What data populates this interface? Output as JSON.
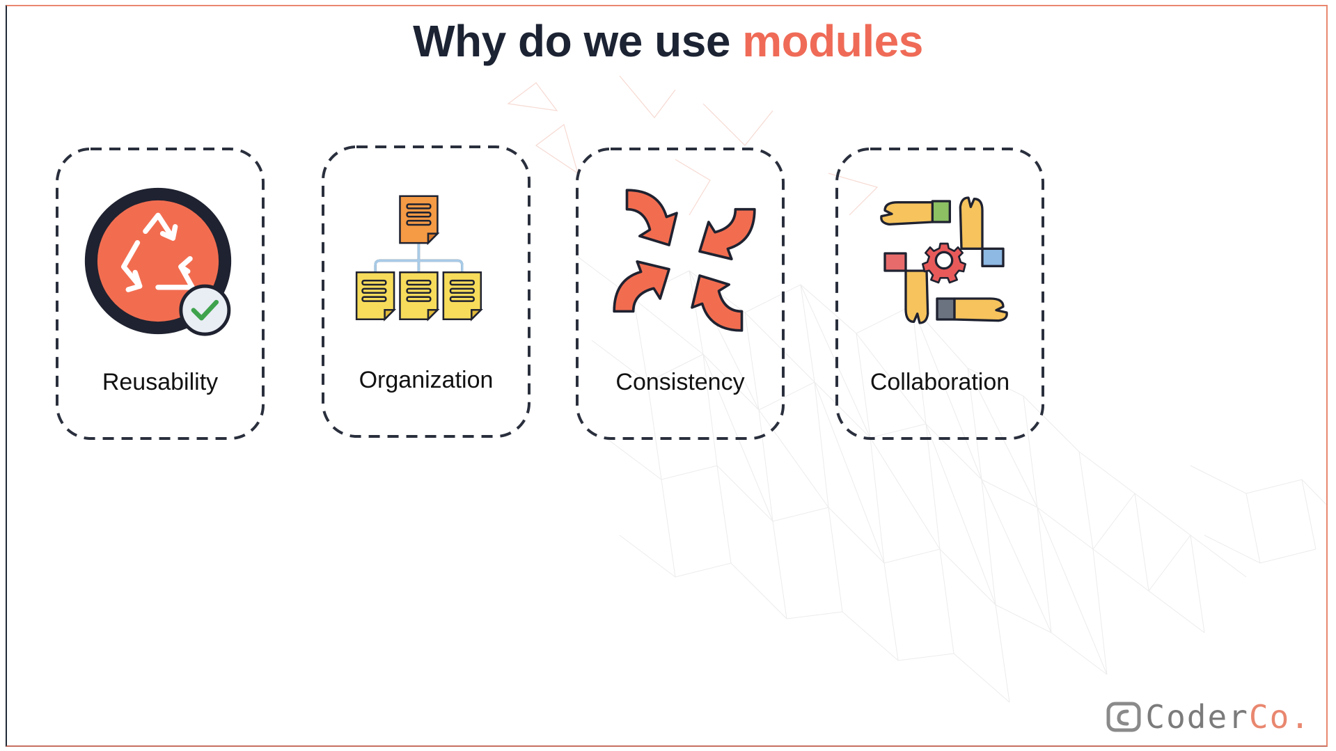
{
  "slide": {
    "title_main": "Why do we use",
    "title_accent": "modules"
  },
  "cards": [
    {
      "label": "Reusability",
      "icon": "recycle-check-icon"
    },
    {
      "label": "Organization",
      "icon": "folder-hierarchy-icon"
    },
    {
      "label": "Consistency",
      "icon": "converging-arrows-icon"
    },
    {
      "label": "Collaboration",
      "icon": "hands-gear-icon"
    }
  ],
  "logo": {
    "text_main": "Coder",
    "text_accent": "Co."
  },
  "colors": {
    "accent": "#ef6b57",
    "title": "#1c2333",
    "dash": "#2a2f3d",
    "note_yellow": "#f7dc5b",
    "note_orange": "#f59a45"
  }
}
